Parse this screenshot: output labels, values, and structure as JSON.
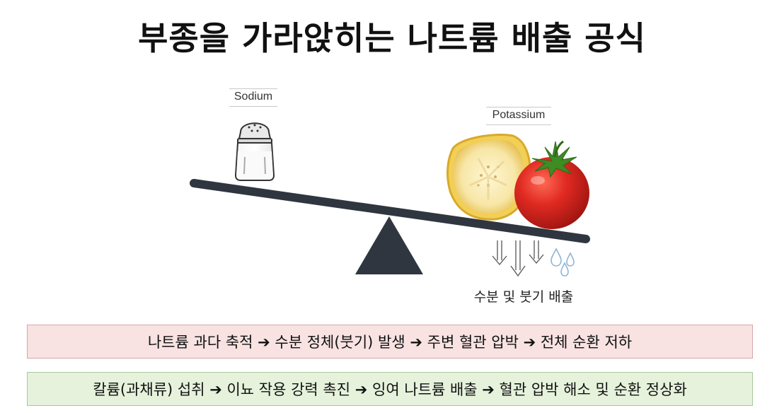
{
  "title": "부종을 가라앉히는 나트륨 배출 공식",
  "diagram": {
    "sodium_label": "Sodium",
    "potassium_label": "Potassium",
    "excretion_label": "수분 및 붓기 배출"
  },
  "flows": {
    "sodium_path": "나트륨 과다 축적 ➔ 수분 정체(붓기) 발생 ➔ 주변 혈관 압박 ➔ 전체 순환 저하",
    "potassium_path": "칼륨(과채류) 섭취 ➔ 이뇨 작용 강력 촉진 ➔ 잉여 나트륨 배출 ➔ 혈관 압박 해소 및 순환 정상화"
  },
  "colors": {
    "sodium_box_bg": "#f8e2e2",
    "potassium_box_bg": "#e6f2dc",
    "seesaw": "#2f3640",
    "tomato": "#d9231f",
    "banana": "#f3d98a"
  }
}
